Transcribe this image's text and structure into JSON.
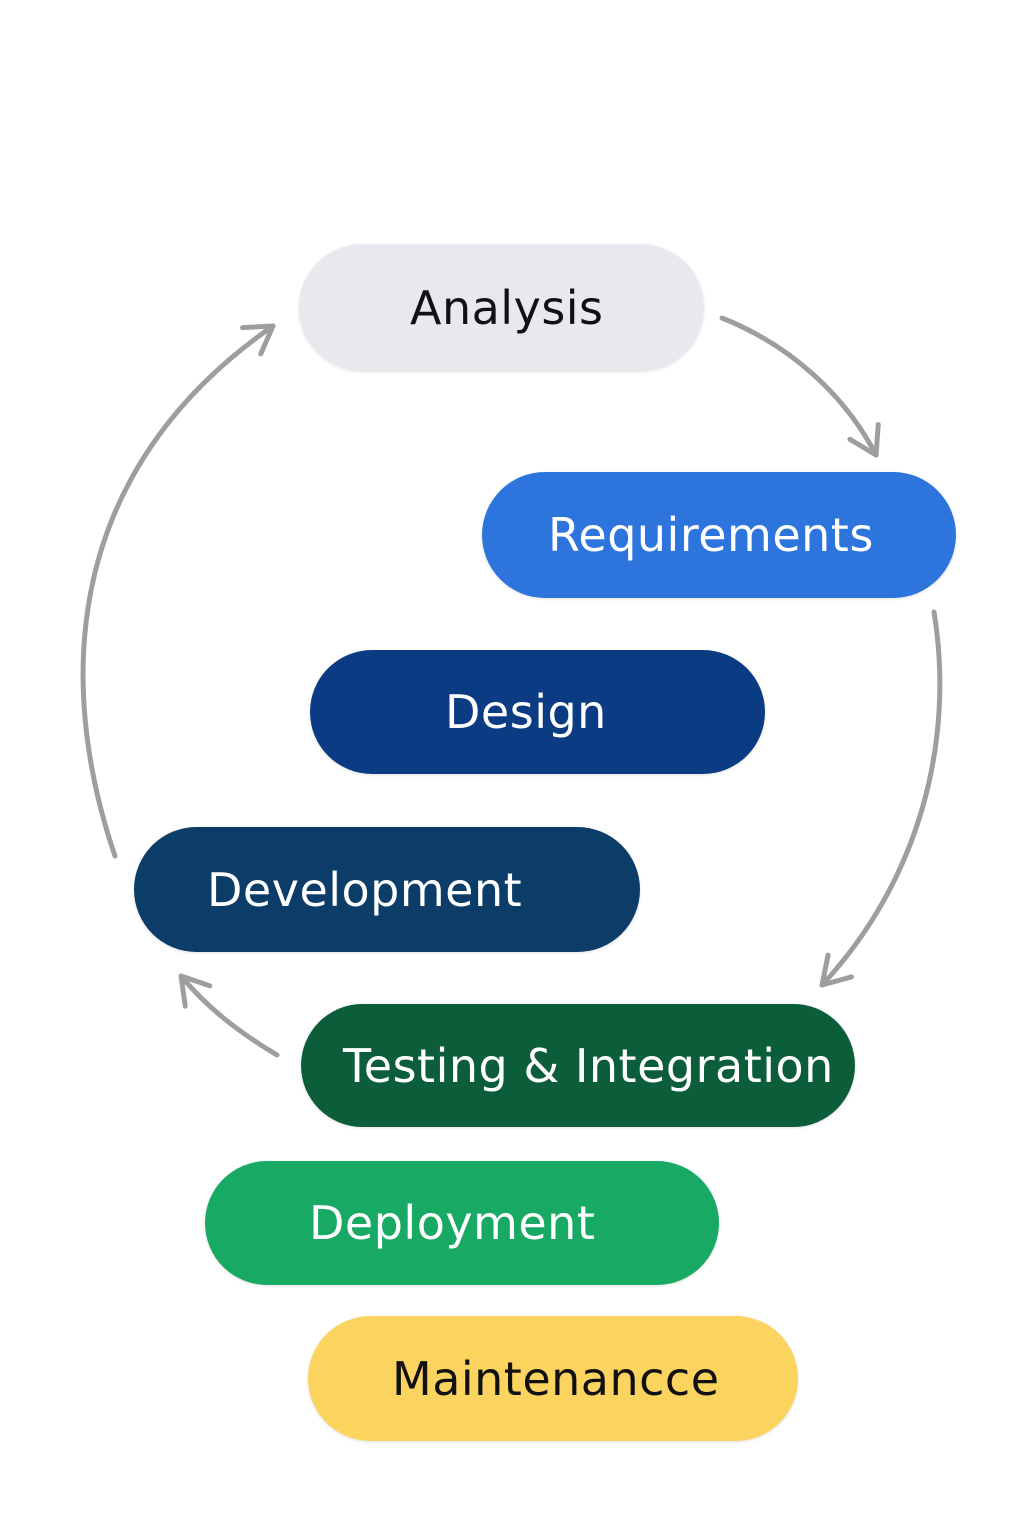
{
  "colors": {
    "arrow": "#9e9e9e"
  },
  "stages": [
    {
      "label": "Analysis",
      "bg": "#e8e9ee",
      "fg": "#111111"
    },
    {
      "label": "Requirements",
      "bg": "#2e74dd",
      "fg": "#ffffff"
    },
    {
      "label": "Design",
      "bg": "#0b3b82",
      "fg": "#ffffff"
    },
    {
      "label": "Development",
      "bg": "#0c3d69",
      "fg": "#ffffff"
    },
    {
      "label": "Testing & Integration",
      "bg": "#0b5e39",
      "fg": "#ffffff"
    },
    {
      "label": "Deployment",
      "bg": "#18a964",
      "fg": "#ffffff"
    },
    {
      "label": "Maintenancce",
      "bg": "#fbd460",
      "fg": "#111111"
    }
  ]
}
